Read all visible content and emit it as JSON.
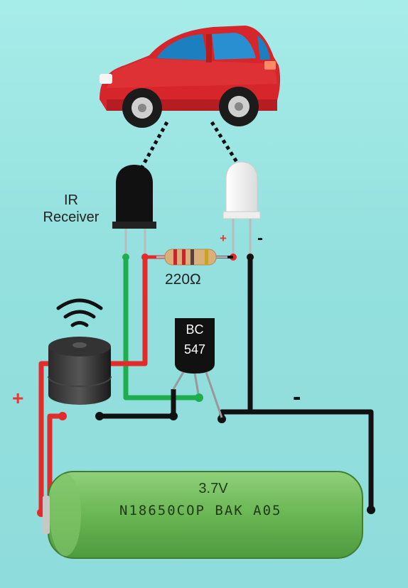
{
  "labels": {
    "ir_receiver": "IR\nReceiver",
    "resistor": "220Ω",
    "transistor_line1": "BC",
    "transistor_line2": "547",
    "battery_voltage": "3.7V",
    "battery_model": "N18650COP BAK A05",
    "buzzer_plus": "+",
    "led_plus": "+",
    "led_minus": "-",
    "battery_minus": "-"
  },
  "colors": {
    "wire_red": "#e32b2b",
    "wire_black": "#111111",
    "wire_green": "#1fae4e",
    "car_body": "#d7262b",
    "battery": "#6fba58",
    "background": "#9ae3e1"
  },
  "icons": [
    "car",
    "ir-receiver",
    "white-led",
    "resistor",
    "bc547-transistor",
    "buzzer",
    "sound-waves",
    "battery-18650"
  ]
}
